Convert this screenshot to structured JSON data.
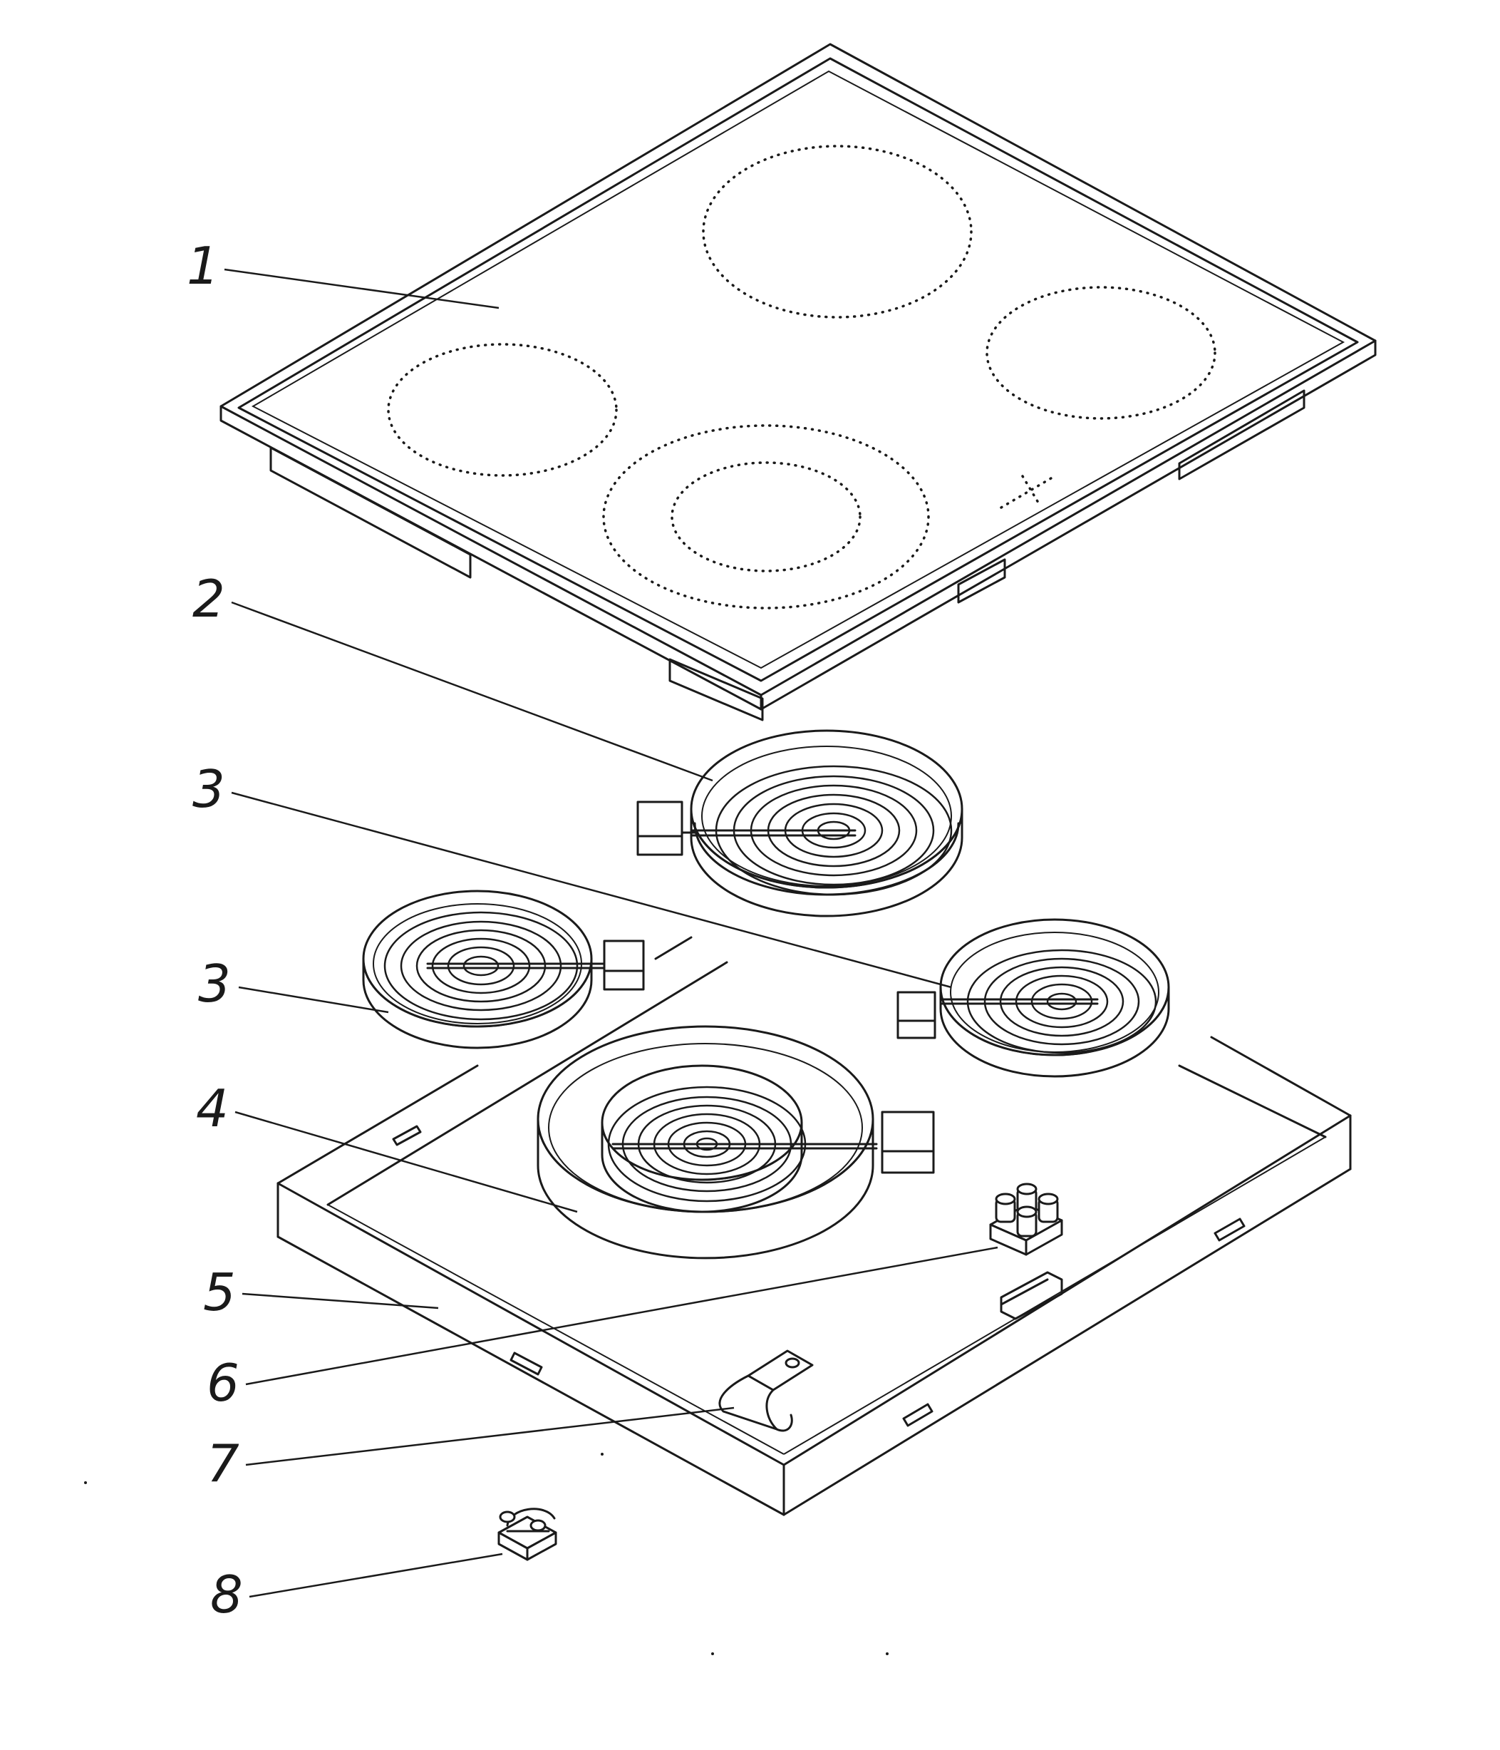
{
  "callouts": [
    {
      "id": "c1",
      "label": "1"
    },
    {
      "id": "c2",
      "label": "2"
    },
    {
      "id": "c3a",
      "label": "3"
    },
    {
      "id": "c3b",
      "label": "3"
    },
    {
      "id": "c4",
      "label": "4"
    },
    {
      "id": "c5",
      "label": "5"
    },
    {
      "id": "c6",
      "label": "6"
    },
    {
      "id": "c7",
      "label": "7"
    },
    {
      "id": "c8",
      "label": "8"
    }
  ],
  "colors": {
    "line": "#1a1a1a",
    "background": "#ffffff"
  }
}
